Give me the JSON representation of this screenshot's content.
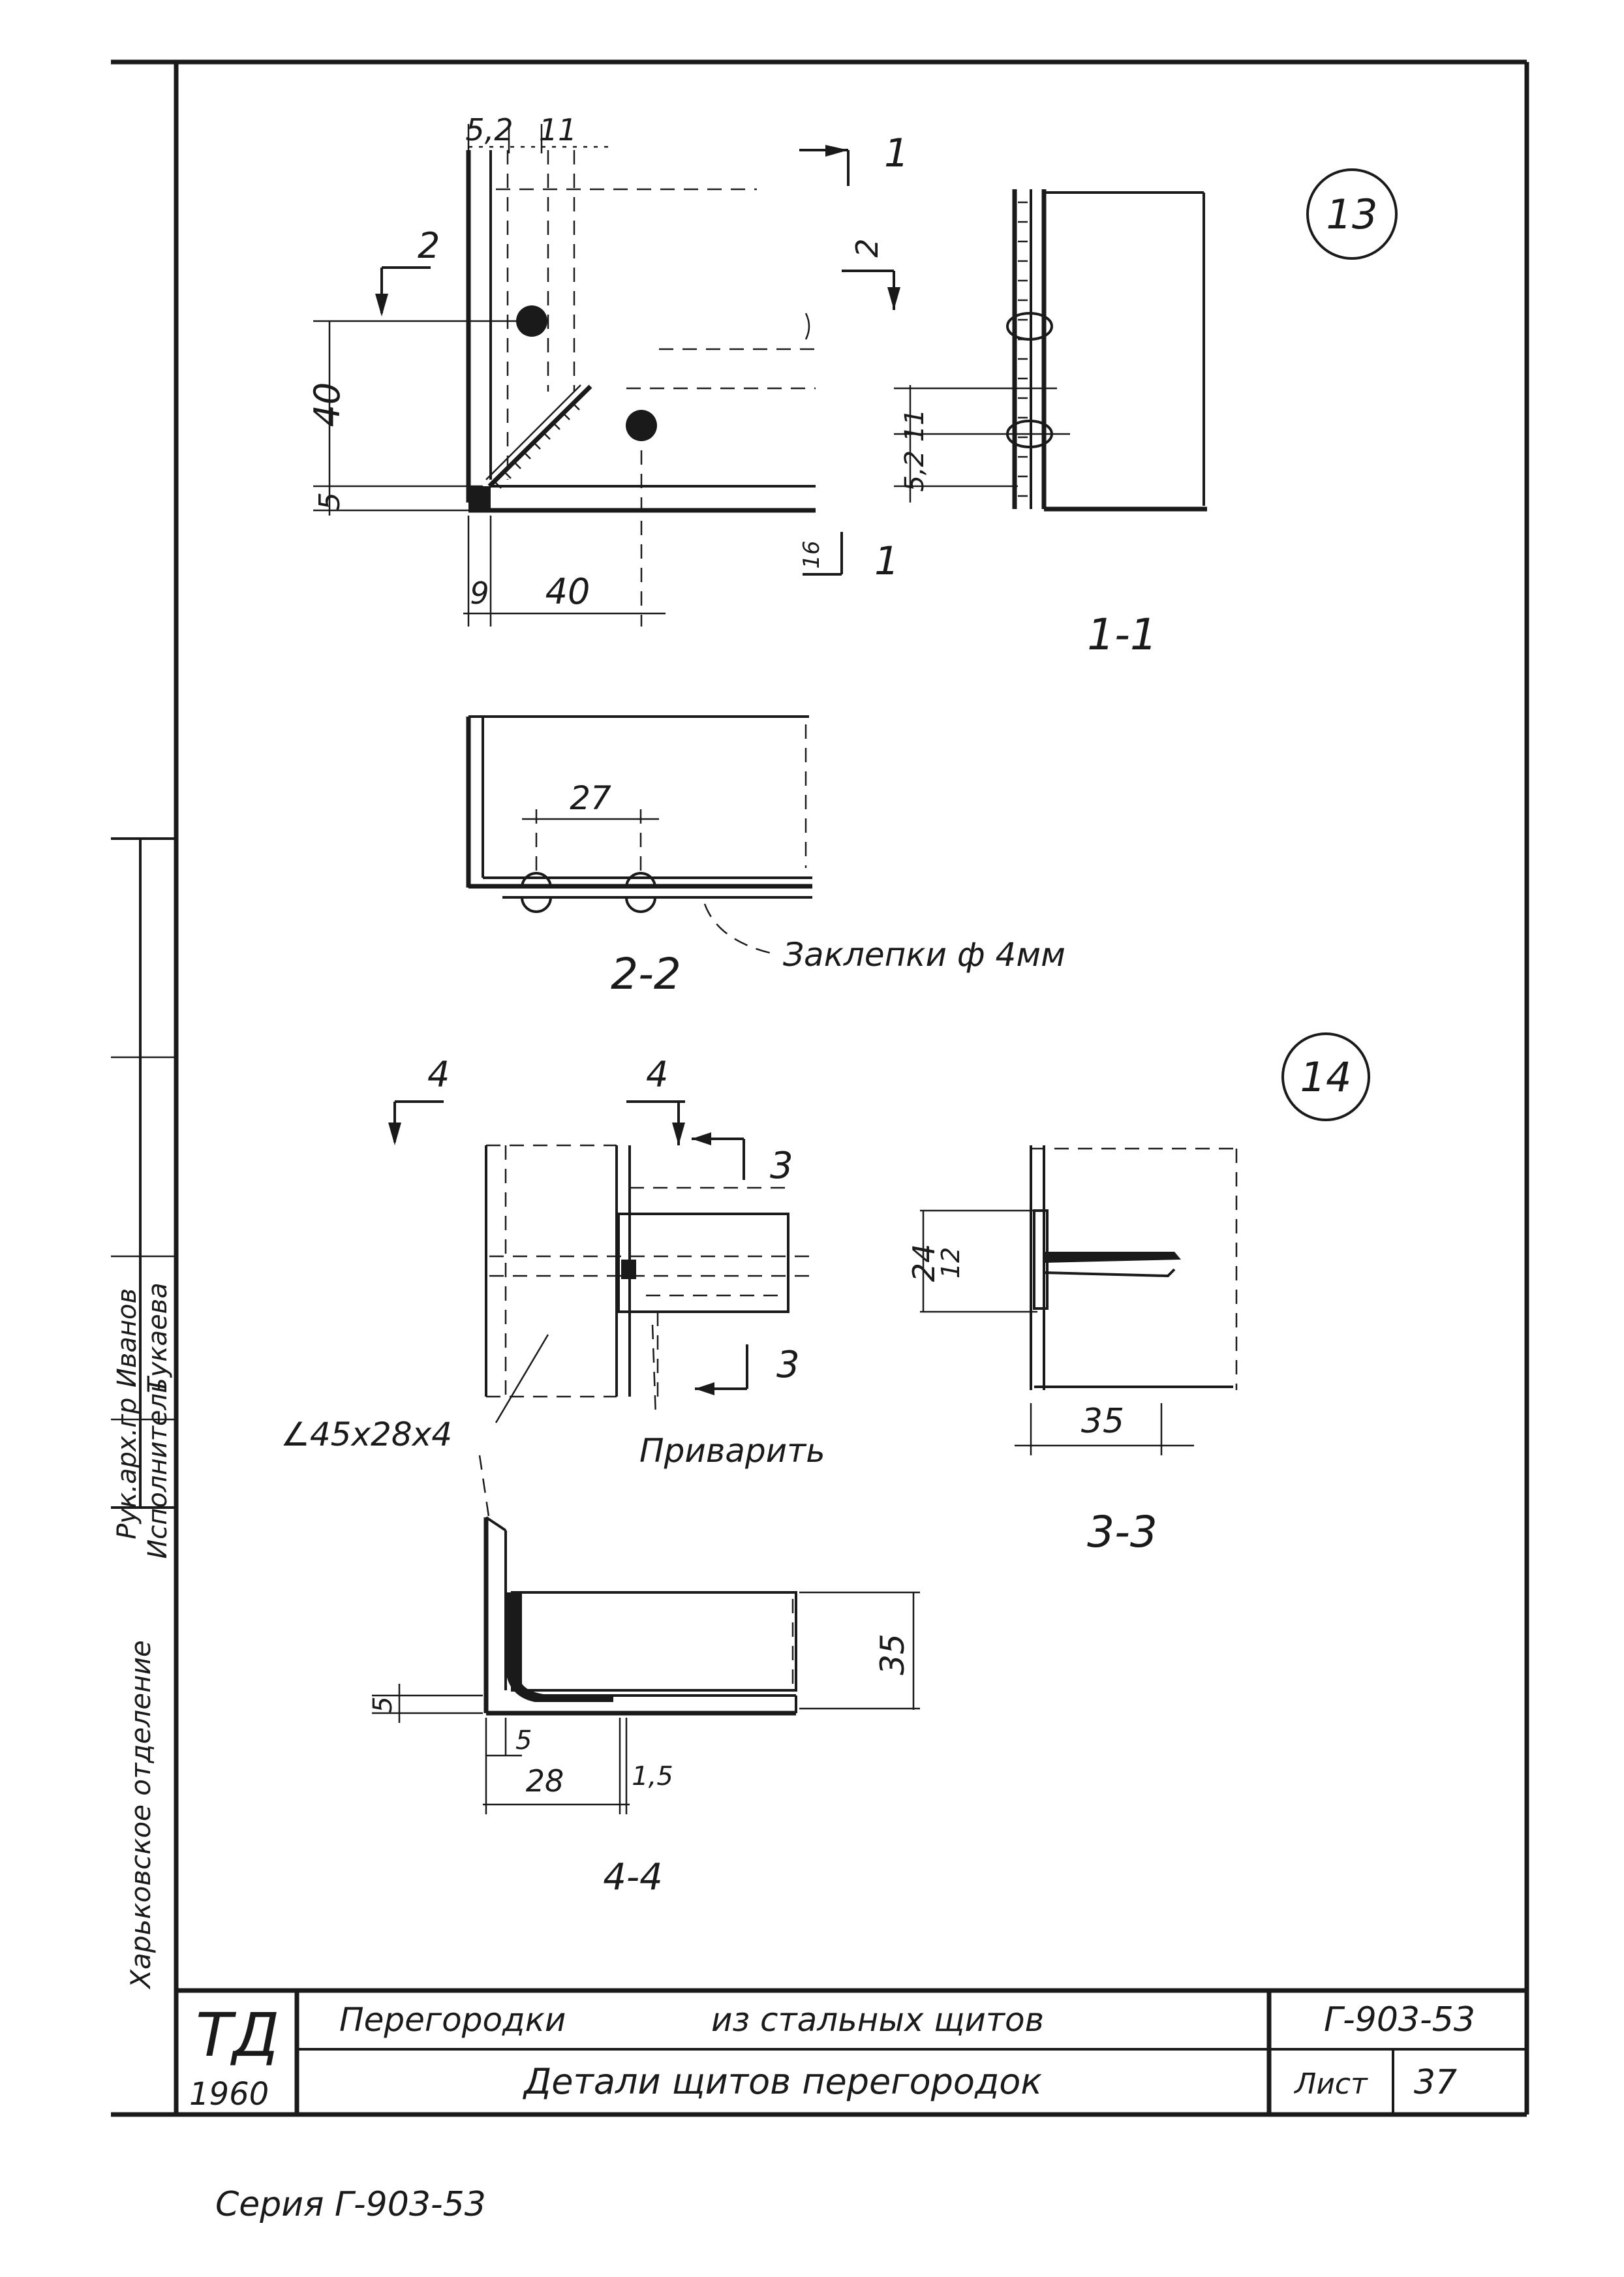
{
  "drawing": {
    "node_13": "13",
    "node_14": "14",
    "section_marks": {
      "s1": "1",
      "s2": "2",
      "s3": "3",
      "s4": "4"
    },
    "section_titles": {
      "s11": "1-1",
      "s22": "2-2",
      "s33": "3-3",
      "s44": "4-4"
    },
    "dimensions": {
      "d52": "5,2",
      "d11": "11",
      "d40v": "40",
      "d5v": "5",
      "d9": "9",
      "d40h": "40",
      "d16": "16",
      "d5_2_11": "5,2 11",
      "d27": "27",
      "d24": "24",
      "d12": "12",
      "d35h": "35",
      "d35v": "35",
      "d5b": "5",
      "d5c": "5",
      "d28": "28",
      "d15": "1,5"
    },
    "notes": {
      "rivets": "Заклепки ф 4мм",
      "angle": "∠45х28х4",
      "weld": "Приварить"
    }
  },
  "side_stamp": {
    "row1_col1": "Рук.арх.гр",
    "row1_col2": "Иванов",
    "row2_col1": "Исполнитель",
    "row2_col2": "Тукаева",
    "dept": "Харьковское отделение"
  },
  "title_block": {
    "logo": "ТД",
    "year": "1960",
    "line1_a": "Перегородки",
    "line1_b": "из стальных щитов",
    "line2": "Детали щитов перегородок",
    "code": "Г-903-53",
    "sheet_label": "Лист",
    "sheet_number": "37"
  },
  "footer": {
    "series": "Серия Г-903-53"
  }
}
